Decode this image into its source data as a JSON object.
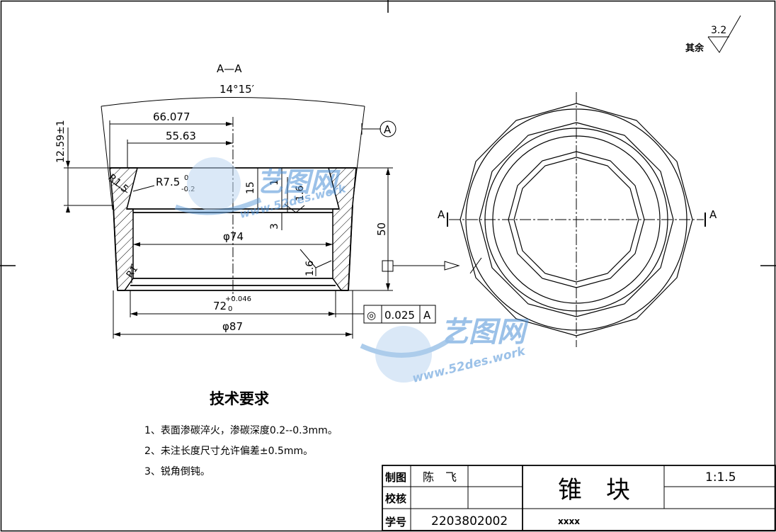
{
  "section": {
    "label": "A—A",
    "angle": "14°15′"
  },
  "dims": {
    "d66": "66.077",
    "d55": "55.63",
    "h1259": "12.59±1",
    "r7": "R7.5",
    "r7_up": "0",
    "r7_low": "-0.2",
    "r15": "R1.5",
    "h15": "15",
    "h1": "1",
    "h3": "3",
    "rough16a": "1.6",
    "phi74": "φ74",
    "h50": "50",
    "r1": "R1",
    "rough16b": "1.6",
    "d72": "72",
    "d72_up": "+0.046",
    "d72_low": "0",
    "phi87": "φ87"
  },
  "datum": {
    "letter": "A"
  },
  "tolerance": {
    "symbol": "◎",
    "value": "0.025",
    "datum": "A"
  },
  "side_view": {
    "left_label": "A",
    "right_label": "A"
  },
  "surface": {
    "label": "其余",
    "value": "3.2"
  },
  "watermark": {
    "brand": "艺图网",
    "url": "www.52des.work"
  },
  "requirements": {
    "title": "技术要求",
    "items": [
      "1、表面渗碳淬火，渗碳深度0.2--0.3mm。",
      "2、未注长度尺寸允许偏差±0.5mm。",
      "3、锐角倒钝。"
    ]
  },
  "title_block": {
    "drawn_label": "制图",
    "drawn_name": "陈　飞",
    "check_label": "校核",
    "id_label": "学号",
    "id_value": "2203802002",
    "part_name": "锥　块",
    "scale": "1:1.5",
    "school": "xxxx"
  }
}
